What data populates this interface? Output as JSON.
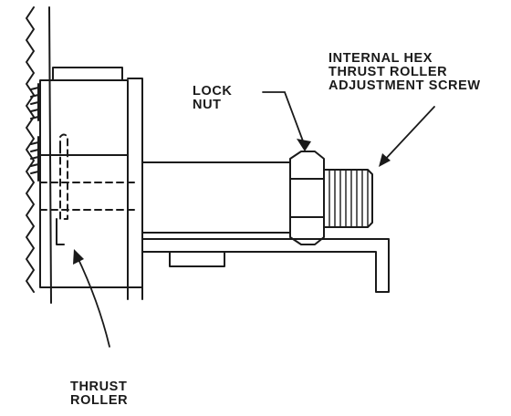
{
  "labels": {
    "lock_nut": [
      "LOCK",
      "NUT"
    ],
    "adjustment_screw": [
      "INTERNAL HEX",
      "THRUST ROLLER",
      "ADJUSTMENT SCREW"
    ],
    "thrust_roller": [
      "THRUST",
      "ROLLER"
    ]
  }
}
